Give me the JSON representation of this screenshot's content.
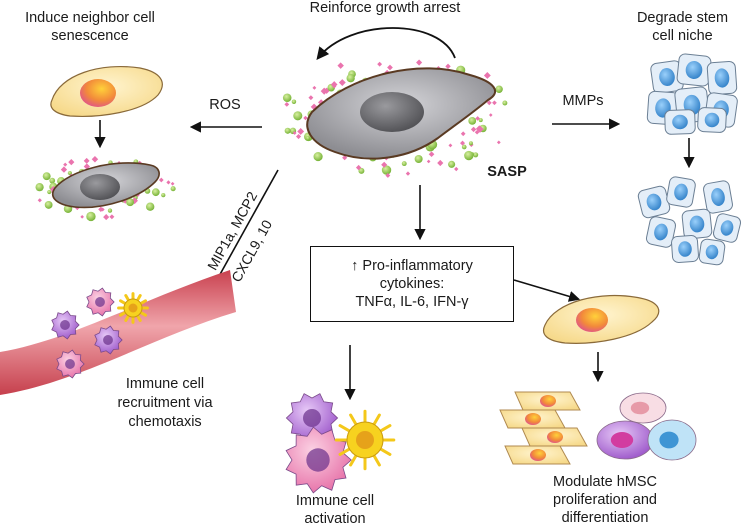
{
  "labels": {
    "reinforce_growth_arrest": "Reinforce growth arrest",
    "induce_line1": "Induce neighbor cell",
    "induce_line2": "senescence",
    "degrade_line1": "Degrade stem",
    "degrade_line2": "cell niche",
    "ros": "ROS",
    "mmps": "MMPs",
    "sasp": "SASP",
    "chemokines_line1": "MIP1a, MCP2",
    "chemokines_line2": "CXCL9, 10",
    "box_line1": "↑ Pro-inflammatory",
    "box_line2": "cytokines:",
    "box_line3": "TNFα, IL-6, IFN-γ",
    "recruit_line1": "Immune cell",
    "recruit_line2": "recruitment via",
    "recruit_line3": "chemotaxis",
    "activation_line1": "Immune cell",
    "activation_line2": "activation",
    "modulate_line1": "Modulate hMSC",
    "modulate_line2": "proliferation and",
    "modulate_line3": "differentiation"
  },
  "colors": {
    "senescent_cell": "#a9a9ad",
    "nucleus_gray": "#6e6e72",
    "healthy_cell": "#fbe3a0",
    "nucleus_orange": "#f08a3a",
    "sasp_pink": "#e86aa8",
    "sasp_green": "#8cc63f",
    "stem_cell": "#dce8f4",
    "stem_nucleus": "#3b8fd6",
    "vessel": "#d9525e",
    "macrophage_purple": "#b377d6",
    "pink_cell": "#f08ab4",
    "dendritic_yellow": "#f7d21f",
    "light_blue_cell": "#7fc6ee"
  }
}
